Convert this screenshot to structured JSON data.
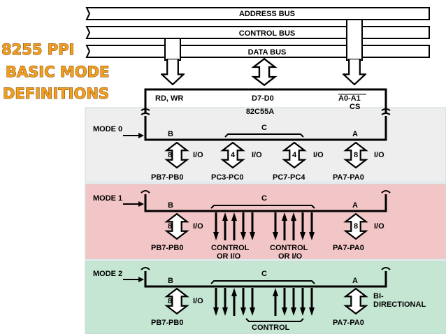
{
  "title_lines": [
    "8255 PPI",
    "BASIC MODE",
    "DEFINITIONS"
  ],
  "buses": {
    "address": "ADDRESS BUS",
    "control": "CONTROL BUS",
    "data": "DATA BUS"
  },
  "chip": {
    "rd_wr": "RD, WR",
    "data_lines": "D7-D0",
    "addr_lines": "A0-A1",
    "cs": "CS",
    "name": "82C55A"
  },
  "colors": {
    "mode0_bg": "#eeeeee",
    "mode1_bg": "#f2c6c6",
    "mode2_bg": "#c6e6d4",
    "panel_border": "#c8d8dc",
    "title_fill": "#f0a020"
  },
  "mode0": {
    "label": "MODE 0",
    "port_b": "B",
    "port_c": "C",
    "port_a": "A",
    "b_width": "8",
    "c_low_width": "4",
    "c_high_width": "4",
    "a_width": "8",
    "io": "I/O",
    "pb": "PB7-PB0",
    "pc_low": "PC3-PC0",
    "pc_high": "PC7-PC4",
    "pa": "PA7-PA0"
  },
  "mode1": {
    "label": "MODE 1",
    "port_b": "B",
    "port_c": "C",
    "port_a": "A",
    "b_width": "8",
    "a_width": "8",
    "io": "I/O",
    "control": "CONTROL",
    "or_io": "OR I/O",
    "pb": "PB7-PB0",
    "pa": "PA7-PA0"
  },
  "mode2": {
    "label": "MODE 2",
    "port_b": "B",
    "port_c": "C",
    "port_a": "A",
    "b_width": "8",
    "io": "I/O",
    "bi": "BI-",
    "directional": "DIRECTIONAL",
    "control": "CONTROL",
    "pb": "PB7-PB0",
    "pa": "PA7-PA0"
  }
}
